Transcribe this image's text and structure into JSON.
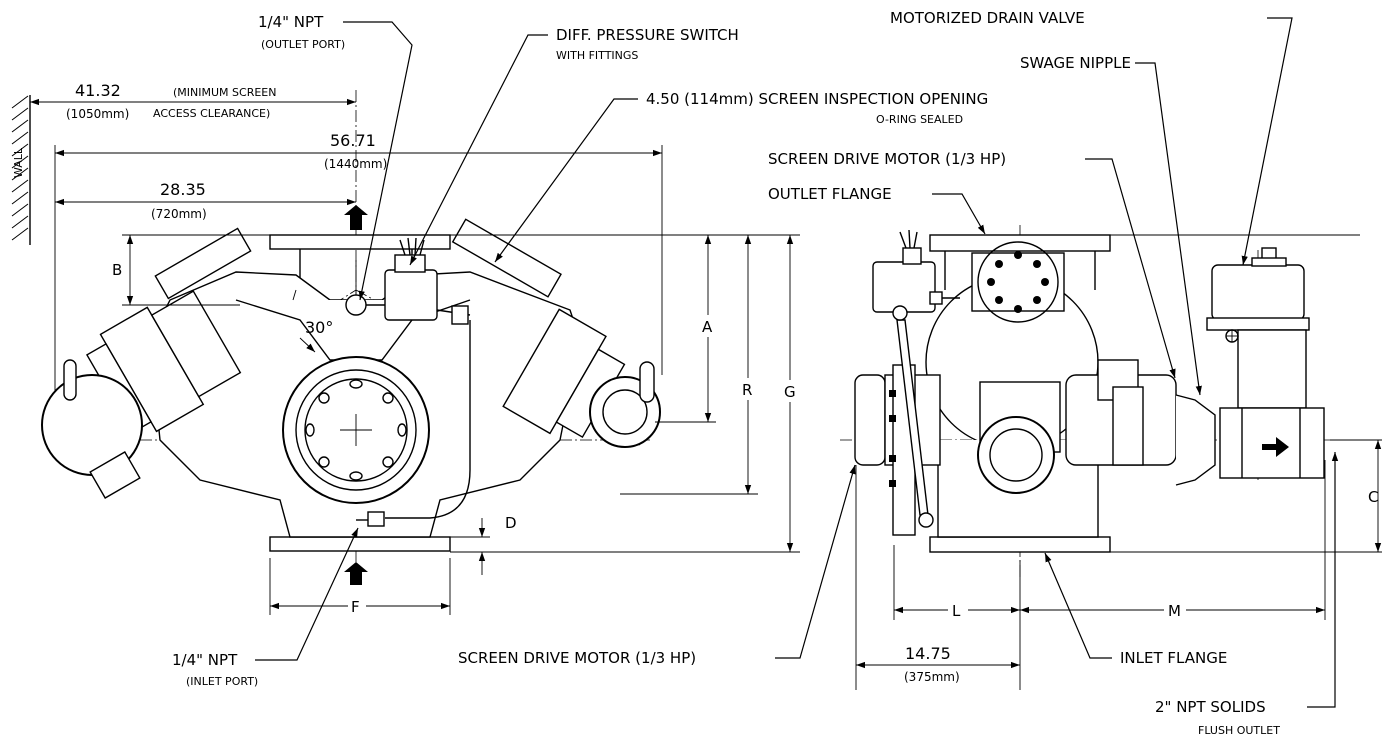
{
  "labels": {
    "outlet_port_npt": "1/4\" NPT",
    "outlet_port_sub": "(OUTLET PORT)",
    "diff_switch": "DIFF. PRESSURE SWITCH",
    "diff_switch_sub": "WITH FITTINGS",
    "inspection_opening": "4.50 (114mm) SCREEN INSPECTION OPENING",
    "inspection_opening_sub": "O-RING SEALED",
    "drain_valve": "MOTORIZED DRAIN VALVE",
    "swage_nipple": "SWAGE NIPPLE",
    "drive_motor_top": "SCREEN DRIVE MOTOR (1/3 HP)",
    "outlet_flange": "OUTLET FLANGE",
    "inlet_port_npt": "1/4\" NPT",
    "inlet_port_sub": "(INLET PORT)",
    "drive_motor_bottom": "SCREEN DRIVE MOTOR (1/3 HP)",
    "inlet_flange": "INLET FLANGE",
    "solids_outlet": "2\" NPT SOLIDS",
    "solids_outlet_sub": "FLUSH OUTLET",
    "wall": "WALL"
  },
  "dimensions": {
    "clearance_in": "41.32",
    "clearance_mm": "(1050mm)",
    "clearance_note_1": "(MINIMUM SCREEN",
    "clearance_note_2": "ACCESS CLEARANCE)",
    "overall_in": "56.71",
    "overall_mm": "(1440mm)",
    "half_in": "28.35",
    "half_mm": "(720mm)",
    "angle": "30°",
    "side_in": "14.75",
    "side_mm": "(375mm)"
  },
  "dim_letters": {
    "a": "A",
    "b": "B",
    "c": "C",
    "d": "D",
    "f": "F",
    "g": "G",
    "l": "L",
    "m": "M",
    "r": "R"
  }
}
